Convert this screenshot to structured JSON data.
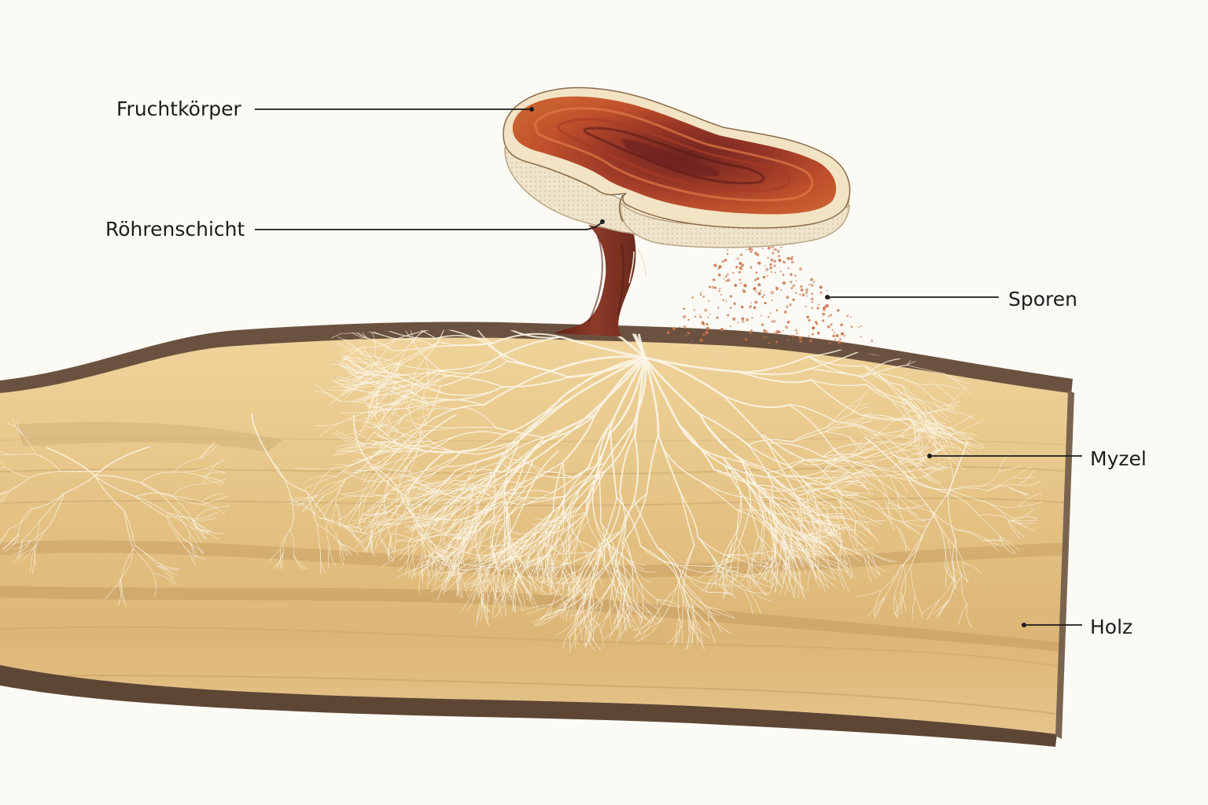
{
  "labels": {
    "fruiting_body": "Fruchtkörper",
    "tube_layer": "Röhrenschicht",
    "spores": "Sporen",
    "mycelium": "Myzel",
    "wood": "Holz"
  },
  "colors": {
    "background": "#fcfaf5",
    "wood_light": "#e8c888",
    "wood_dark": "#c9a064",
    "bark": "#6b5240",
    "cap_red": "#b84a2a",
    "cap_dark": "#7a2a22",
    "cap_rim": "#f2e3c4",
    "pores": "#ece0c6",
    "stem": "#7b2f22",
    "hyphae": "#fbf4e4",
    "spores": "#c8744a"
  }
}
